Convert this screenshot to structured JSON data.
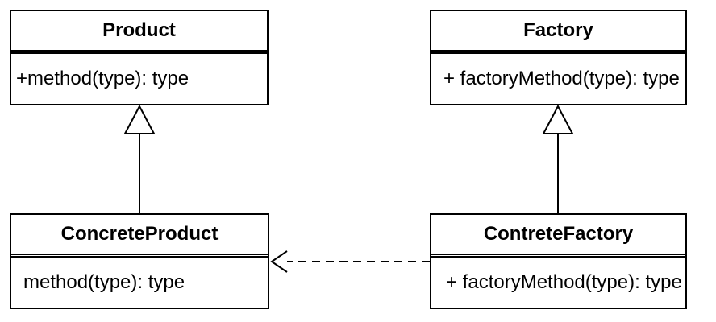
{
  "diagram": {
    "title": "Factory Method pattern UML class diagram",
    "colors": {
      "line": "#000000",
      "background": "#ffffff",
      "text": "#000000",
      "triangle_fill": "#ffffff"
    },
    "classes": [
      {
        "id": "product",
        "name": "Product",
        "members": [
          "+method(type): type"
        ]
      },
      {
        "id": "factory",
        "name": "Factory",
        "members": [
          "+ factoryMethod(type): type"
        ]
      },
      {
        "id": "concrete-product",
        "name": "ConcreteProduct",
        "members": [
          "method(type): type"
        ]
      },
      {
        "id": "contrete-factory",
        "name": "ContreteFactory",
        "members": [
          "+ factoryMethod(type): type"
        ]
      }
    ],
    "relations": [
      {
        "type": "generalization",
        "from": "ConcreteProduct",
        "to": "Product",
        "line": "solid",
        "head": "hollow-triangle-up"
      },
      {
        "type": "generalization",
        "from": "ContreteFactory",
        "to": "Factory",
        "line": "solid",
        "head": "hollow-triangle-up"
      },
      {
        "type": "dependency",
        "from": "ContreteFactory",
        "to": "ConcreteProduct",
        "line": "dashed",
        "head": "open-arrow-left"
      }
    ]
  }
}
